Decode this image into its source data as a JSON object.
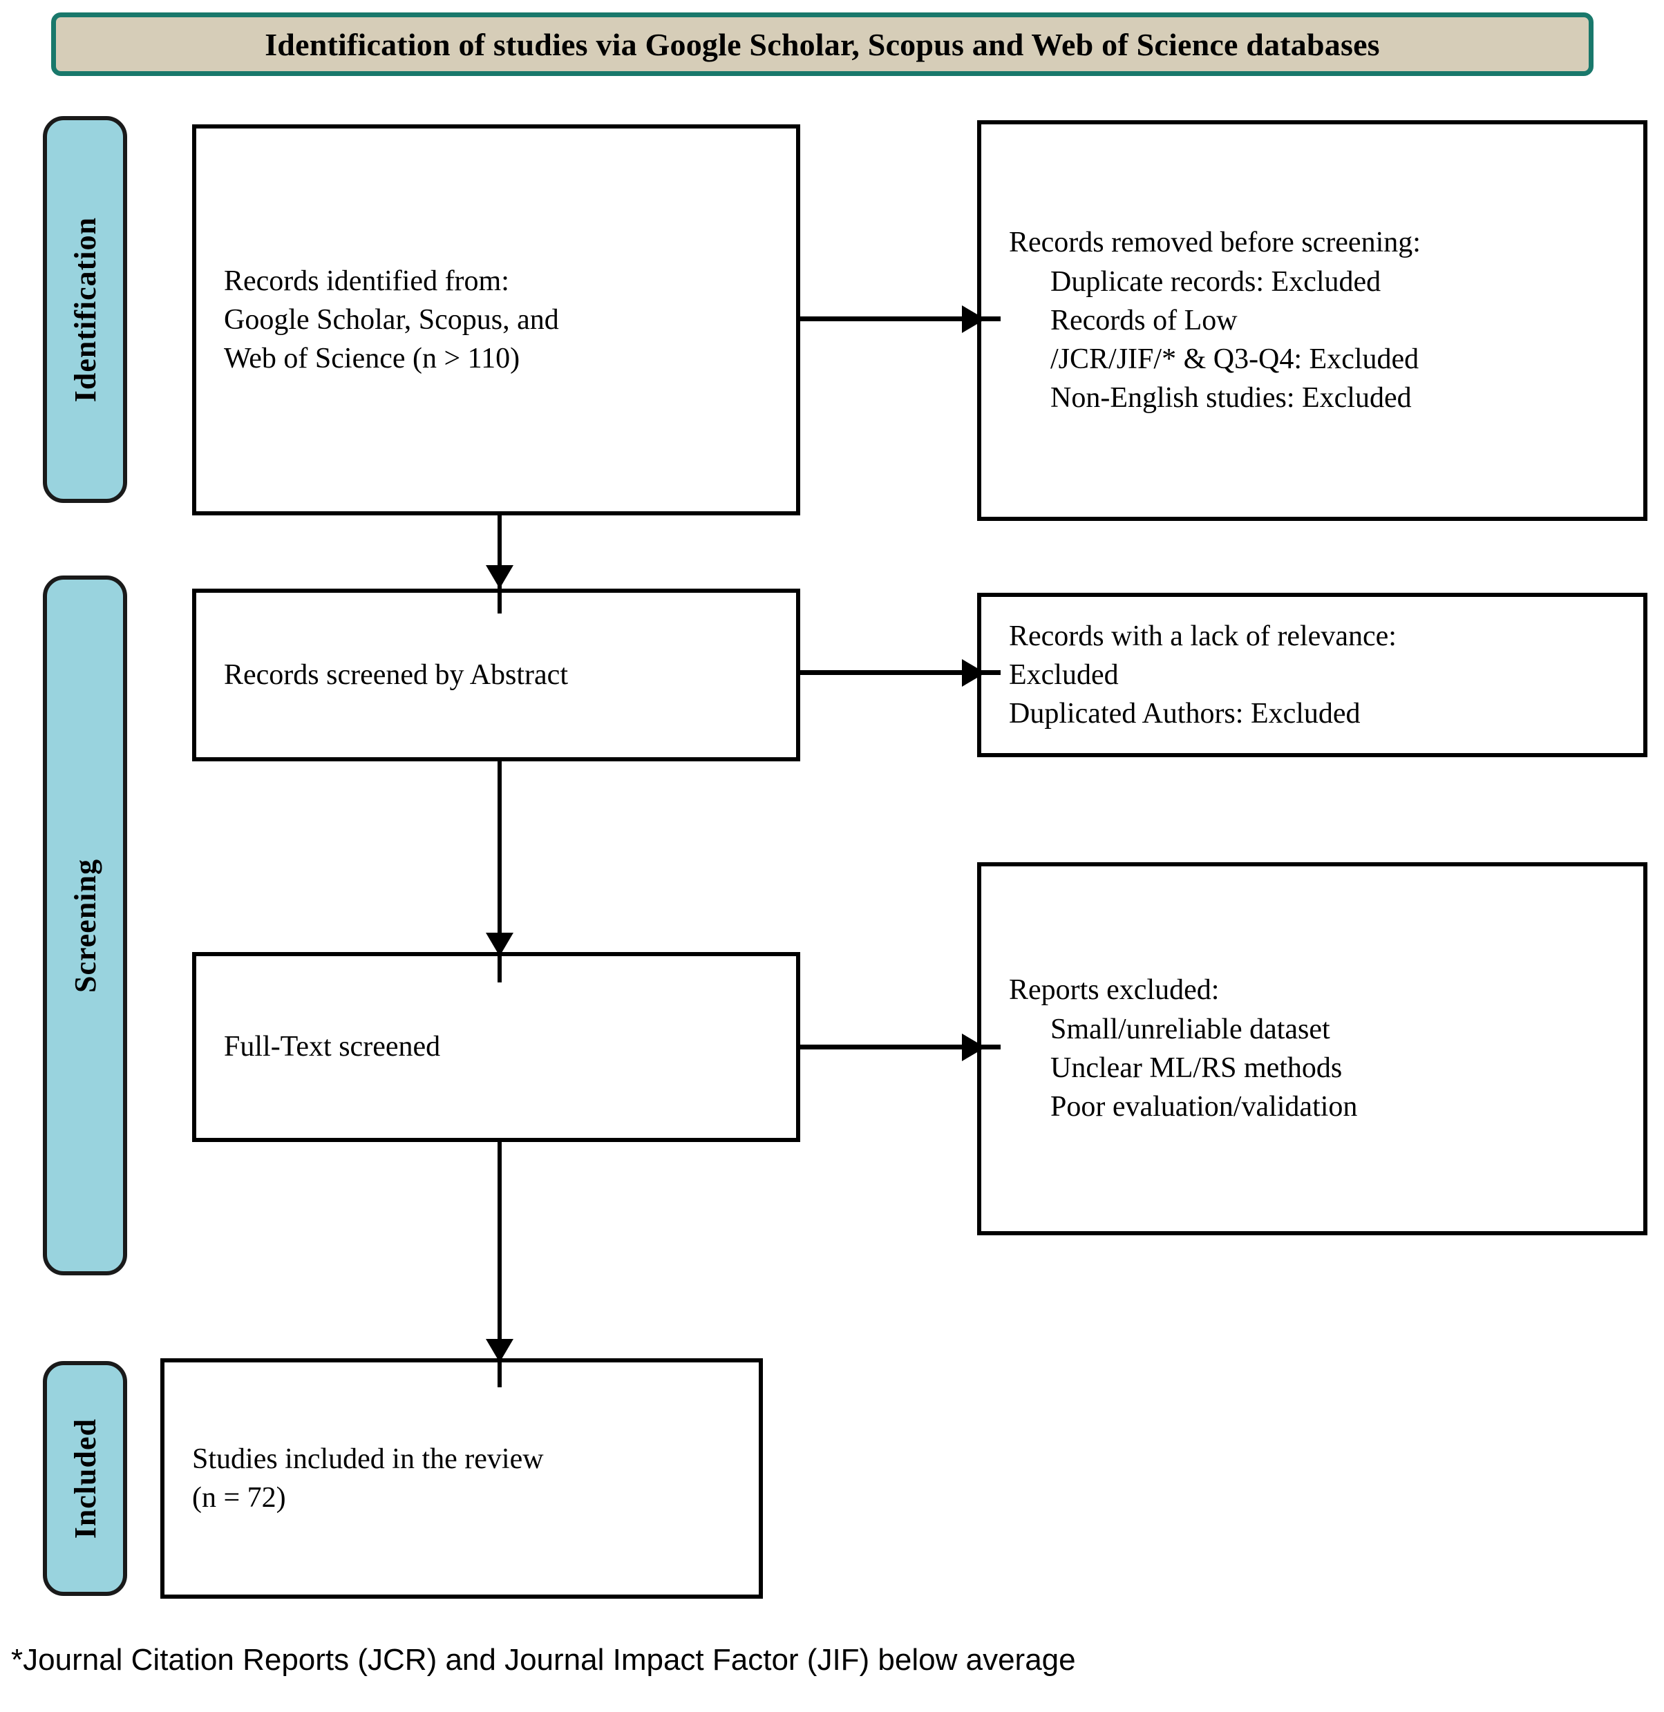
{
  "header": {
    "title": "Identification of studies via Google Scholar, Scopus and Web of Science databases",
    "fill_color": "#d6cdb8",
    "border_color": "#19786b"
  },
  "phases": [
    {
      "id": "identification",
      "label": "Identification",
      "fill_color": "#99d3de"
    },
    {
      "id": "screening",
      "label": "Screening",
      "fill_color": "#99d3de"
    },
    {
      "id": "included",
      "label": "Included",
      "fill_color": "#99d3de"
    }
  ],
  "boxes": {
    "records_identified": {
      "lines": [
        "Records identified from:",
        "Google Scholar, Scopus, and",
        "Web of Science (n > 110)"
      ]
    },
    "records_removed": {
      "lines": [
        "Records removed before screening:",
        "Duplicate records: Excluded",
        "Records of Low",
        "/JCR/JIF/* & Q3-Q4: Excluded",
        "Non-English studies: Excluded"
      ]
    },
    "records_screened": {
      "lines": [
        "Records screened by Abstract"
      ]
    },
    "lack_relevance": {
      "lines": [
        "Records with a lack of relevance:",
        "Excluded",
        "Duplicated Authors: Excluded"
      ]
    },
    "fulltext_screened": {
      "lines": [
        "Full-Text screened"
      ]
    },
    "reports_excluded": {
      "lines": [
        "Reports excluded:",
        "Small/unreliable dataset",
        "Unclear ML/RS methods",
        "Poor evaluation/validation"
      ]
    },
    "studies_included": {
      "lines": [
        "Studies included in the review",
        "(n = 72)"
      ]
    }
  },
  "footnote": {
    "text": "*Journal Citation Reports (JCR) and Journal Impact Factor (JIF) below average"
  }
}
